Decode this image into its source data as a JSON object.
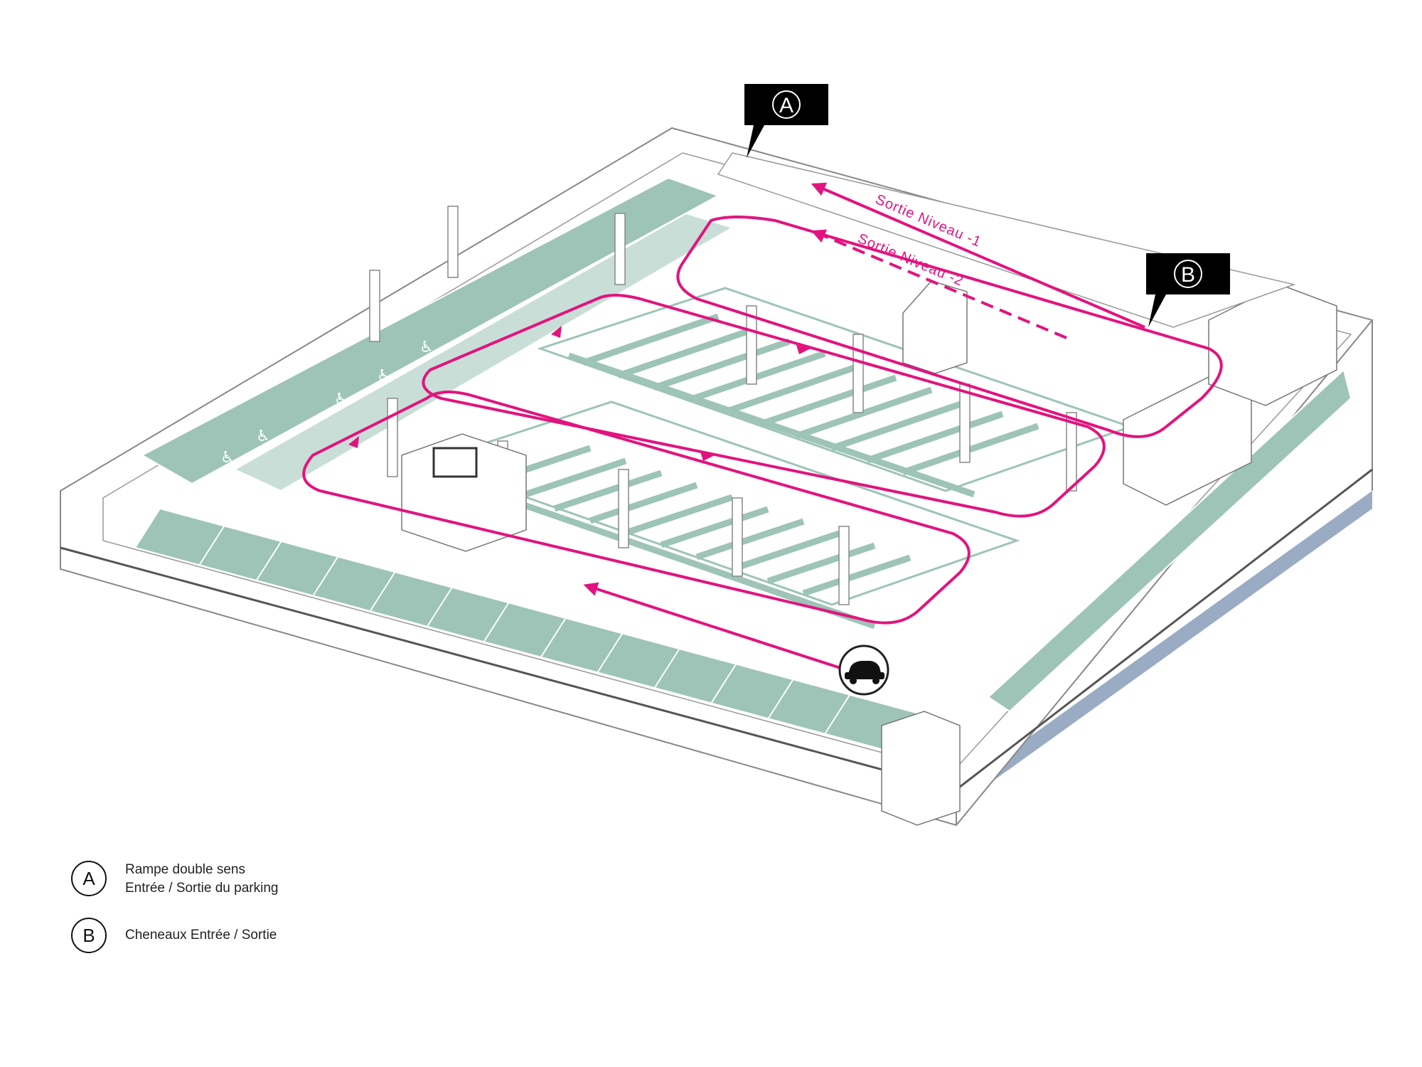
{
  "colors": {
    "route": "#e2137f",
    "parking_fill": "#9dc4b7",
    "lower_level": "#8fa3bd",
    "outline": "#777777",
    "callout_bg": "#000000"
  },
  "callouts": [
    {
      "letter": "A"
    },
    {
      "letter": "B"
    }
  ],
  "route_labels": {
    "exit_level_1": "Sortie Niveau -1",
    "exit_level_2": "Sortie Niveau -2"
  },
  "icons": {
    "car": "car-icon",
    "accessible": "wheelchair-icon",
    "ev": "ev-charging-icon"
  },
  "legend": [
    {
      "letter": "A",
      "lines": [
        "Rampe double sens",
        "Entrée / Sortie du parking"
      ]
    },
    {
      "letter": "B",
      "lines": [
        "Cheneaux Entrée / Sortie"
      ]
    }
  ]
}
